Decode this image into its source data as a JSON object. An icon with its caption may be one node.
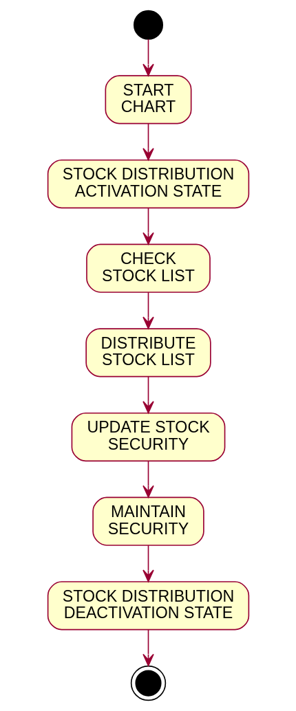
{
  "diagram": {
    "nodes": [
      {
        "text": [],
        "shape": "circle"
      },
      {
        "text": [
          "START CHART"
        ]
      },
      {
        "text": [
          "STOCK DISTRIBUTION ACTIVATION STATE"
        ]
      },
      {
        "text": [
          "CHECK STOCK LIST"
        ]
      },
      {
        "text": [
          "DISTRIBUTE STOCK LIST"
        ]
      },
      {
        "text": [
          "UPDATE STOCK SECURITY"
        ]
      },
      {
        "text": [
          "MAINTAIN SECURITY"
        ]
      },
      {
        "text": [
          "STOCK DISTRIBUTION DEACTIVATION STATE"
        ]
      },
      {
        "text": [],
        "shape": "target"
      }
    ],
    "edges": [
      {
        "from": 0,
        "to": 1,
        "arrow": "to"
      },
      {
        "from": 1,
        "to": 2,
        "arrow": "to"
      },
      {
        "from": 2,
        "to": 3,
        "arrow": "to"
      },
      {
        "from": 3,
        "to": 4,
        "arrow": "to"
      },
      {
        "from": 4,
        "to": 5,
        "arrow": "to"
      },
      {
        "from": 5,
        "to": 6,
        "arrow": "to"
      },
      {
        "from": 6,
        "to": 7,
        "arrow": "to"
      },
      {
        "from": 7,
        "to": 8,
        "arrow": "to"
      }
    ]
  }
}
